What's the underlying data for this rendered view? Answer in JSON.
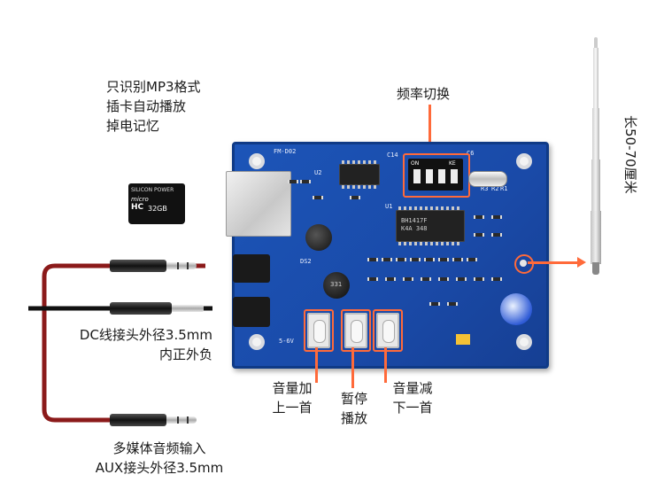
{
  "features": {
    "line1": "只识别MP3格式",
    "line2": "插卡自动播放",
    "line3": "掉电记忆"
  },
  "callouts": {
    "frequency_switch": "频率切换",
    "antenna_length": "长50-70厘米",
    "dc_line1": "DC线接头外径3.5mm",
    "dc_line2": "内正外负",
    "aux_line1": "多媒体音频输入",
    "aux_line2": "AUX接头外径3.5mm",
    "vol_up_line1": "音量加",
    "vol_up_line2": "上一首",
    "pause_line1": "暂停",
    "pause_line2": "播放",
    "vol_down_line1": "音量减",
    "vol_down_line2": "下一首"
  },
  "sd_card": {
    "brand": "SILICON POWER",
    "type": "micro",
    "class": "HC",
    "capacity": "32GB"
  },
  "pcb": {
    "model": "FM-D02",
    "chip_main": "BH1417F",
    "chip_sub": "K4A 348",
    "dip_on": "ON",
    "dip_ke": "KE",
    "voltage": "5-6V",
    "inductor": "331",
    "silk_u1": "U1",
    "silk_u2": "U2",
    "silk_r1": "R1",
    "silk_r2": "R2",
    "silk_r3": "R3",
    "silk_c6": "C6",
    "silk_c14": "C14",
    "silk_ds2": "DS2"
  },
  "colors": {
    "pcb_blue": "#1c55b8",
    "callout_orange": "#ff6a3a",
    "cable_red": "#8b1a1a",
    "cable_black": "#111111"
  }
}
